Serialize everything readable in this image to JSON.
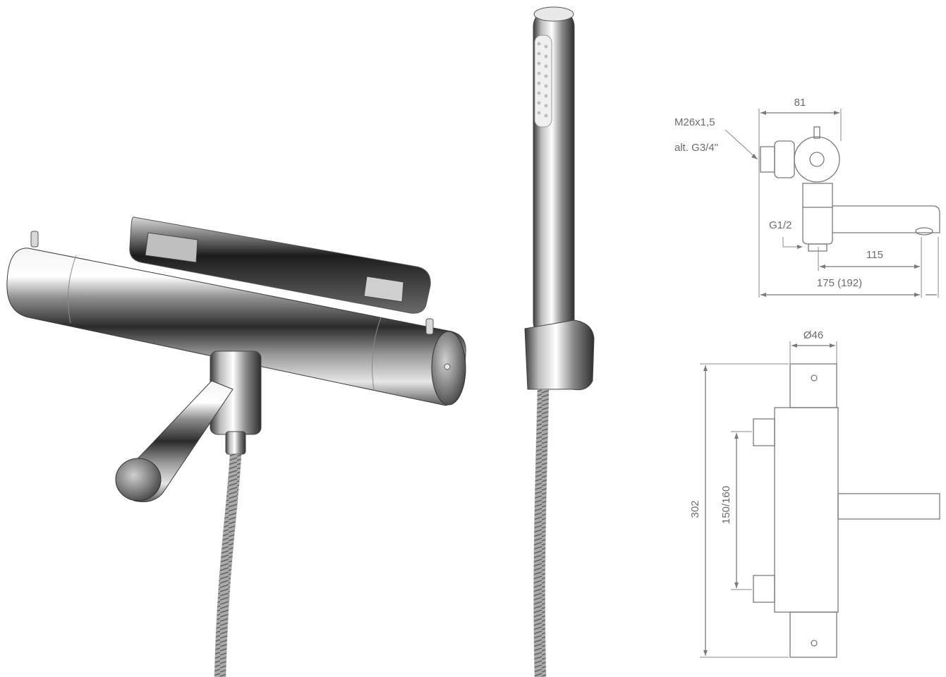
{
  "drawing_side": {
    "dim_width": "81",
    "thread_label": "M26x1,5",
    "thread_alt_label": "alt. G3/4\"",
    "inlet_label": "G1/2",
    "spout_length": "115",
    "total_length": "175 (192)"
  },
  "drawing_front": {
    "diameter": "Ø46",
    "height": "302",
    "inlet_spacing": "150/160"
  }
}
